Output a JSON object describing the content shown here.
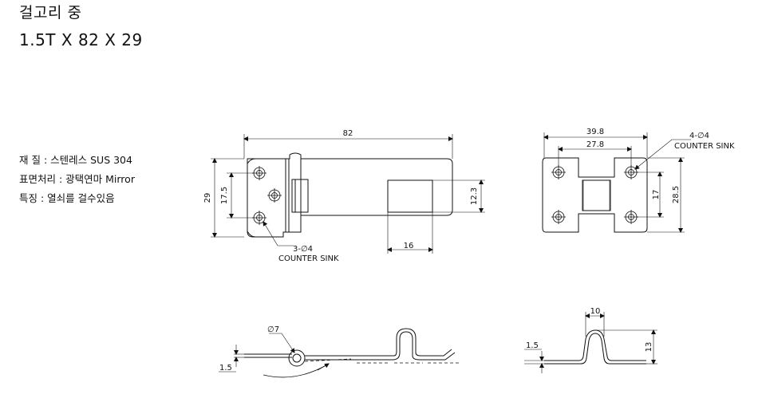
{
  "product": {
    "name": "걸고리 중",
    "size": "1.5T X 82 X 29"
  },
  "specs": {
    "material": "재 질 : 스텐레스 SUS 304",
    "surface": "표면처리 : 광택연마 Mirror",
    "feature": "특징 : 열쇠를 걸수있음"
  },
  "front_view": {
    "width": "82",
    "height": "29",
    "hole_spacing": "17.5",
    "slot_height": "12.3",
    "slot_width": "16",
    "holes_label": "3-∅4",
    "holes_sink": "COUNTER SINK"
  },
  "staple_view": {
    "outer_width": "39.8",
    "inner_width": "27.8",
    "holes_label": "4-∅4",
    "holes_sink": "COUNTER SINK",
    "hole_spacing": "17",
    "height": "28.5"
  },
  "side_view": {
    "pin_diameter": "∅7",
    "thickness": "1.5"
  },
  "staple_side_view": {
    "loop_width": "10",
    "thickness": "1.5",
    "height": "13"
  }
}
